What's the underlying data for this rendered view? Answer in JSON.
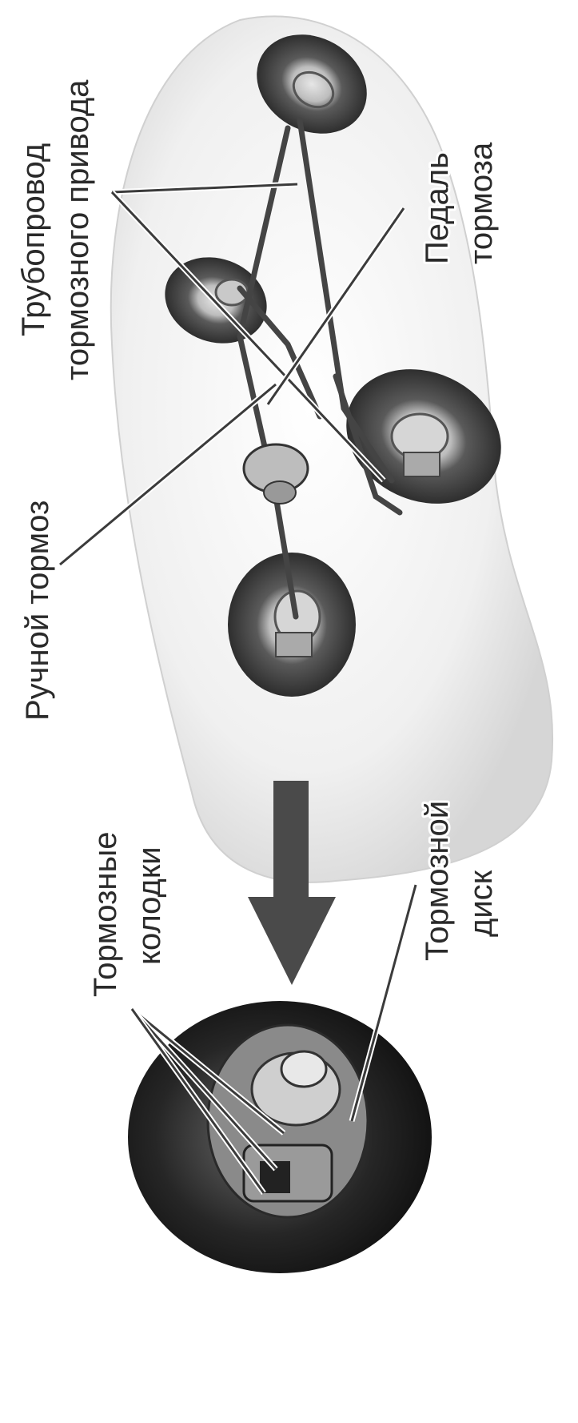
{
  "labels": {
    "brake_line": [
      "Трубопровод",
      "тормозного привода"
    ],
    "brake_pedal": [
      "Педаль",
      "тормоза"
    ],
    "hand_brake": "Ручной тормоз",
    "brake_pads": [
      "Тормозные",
      "колодки"
    ],
    "brake_disc": [
      "Тормозной",
      "диск"
    ]
  },
  "colors": {
    "body_fill": "#f1f1f1",
    "tire": "#3d3d3d",
    "hub": "#cfcfcf",
    "arrow": "#4a4a4a",
    "disc_dark": "#1f1f1f"
  }
}
